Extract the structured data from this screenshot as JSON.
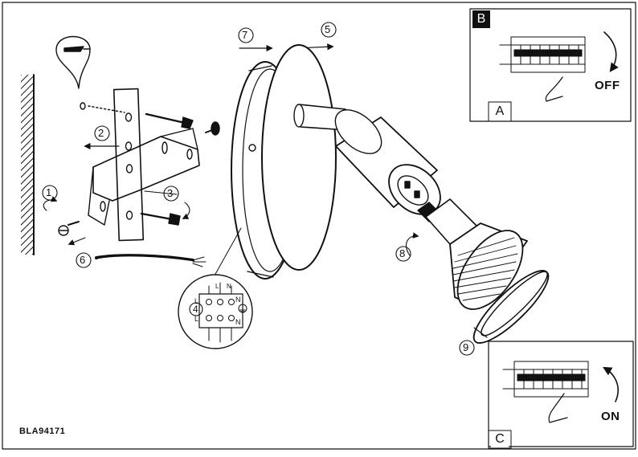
{
  "product_code": "BLA94171",
  "panels": {
    "A": {
      "letter": "A",
      "state_label": "OFF"
    },
    "B": {
      "letter": "B"
    },
    "C": {
      "letter": "C",
      "state_label": "ON"
    }
  },
  "steps": [
    "1",
    "2",
    "3",
    "4",
    "5",
    "6",
    "7",
    "8",
    "9"
  ],
  "terminal_labels": {
    "left": [
      "L",
      "L"
    ],
    "right": [
      "N",
      "N"
    ],
    "top": [
      "L",
      "N"
    ],
    "step": "4"
  }
}
